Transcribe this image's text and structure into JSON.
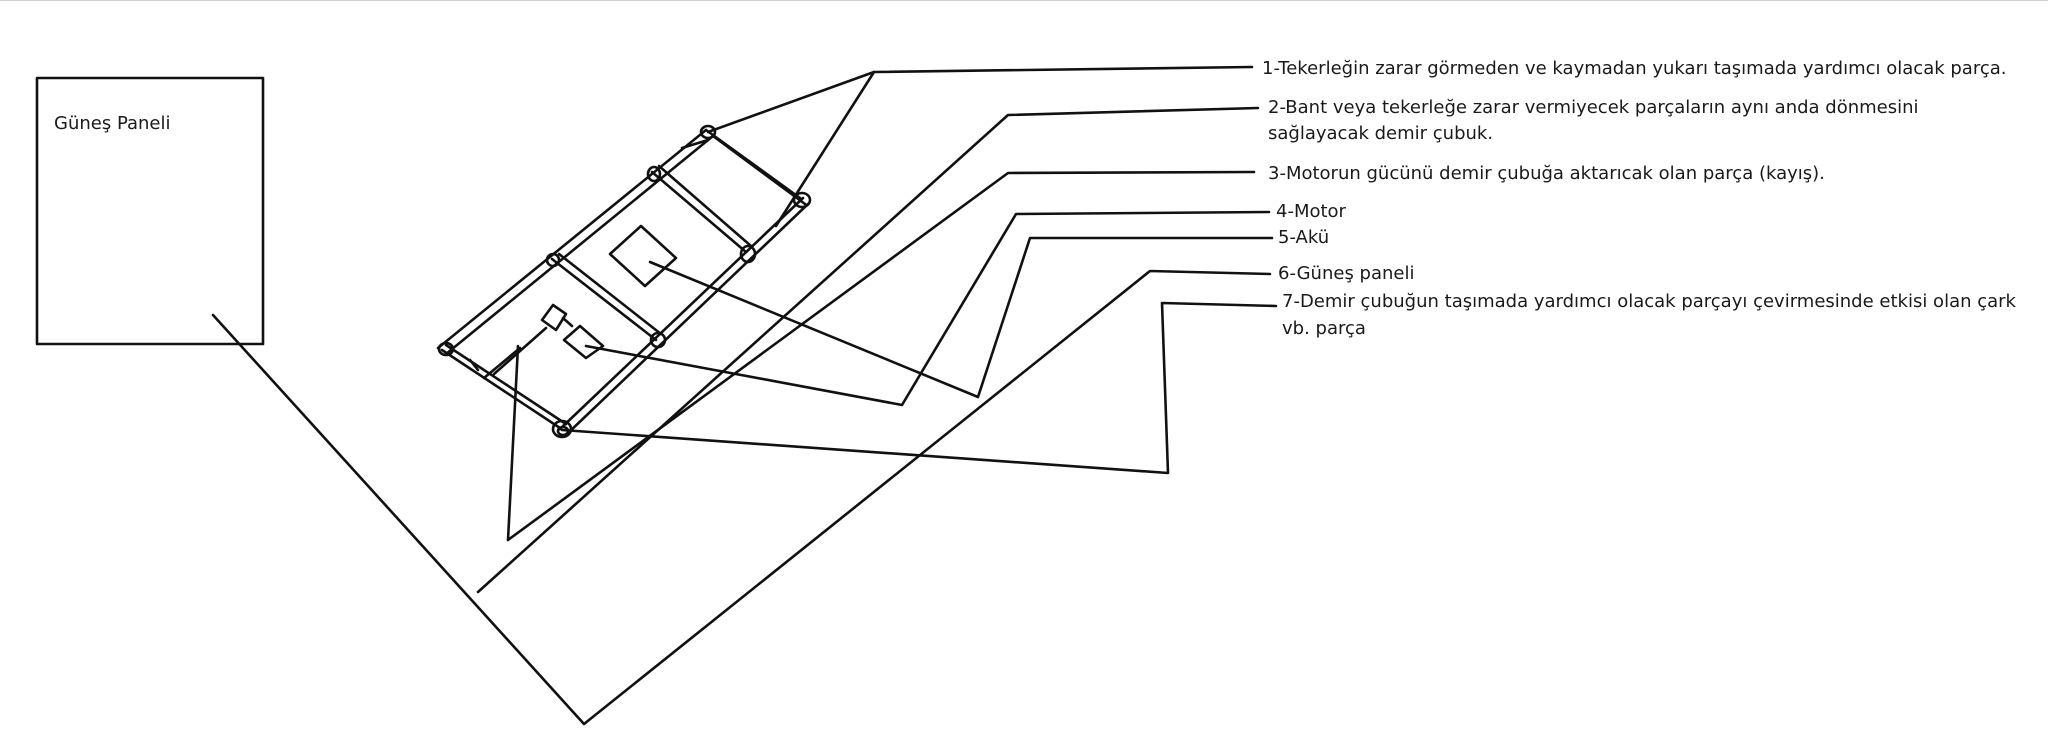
{
  "panel": {
    "label": "Güneş Paneli"
  },
  "legend": [
    "1-Tekerleğin zarar görmeden ve kaymadan yukarı taşımada yardımcı olacak parça.",
    "2-Bant veya tekerleğe zarar vermiyecek parçaların aynı anda dönmesini",
    "sağlayacak demir çubuk.",
    "3-Motorun gücünü demir çubuğa aktarıcak olan parça (kayış).",
    "4-Motor",
    "5-Akü",
    "6-Güneş paneli",
    "7-Demir çubuğun taşımada yardımcı olacak parçayı çevirmesinde etkisi olan çark",
    "vb. parça"
  ],
  "colors": {
    "ink": "#111111",
    "background": "#ffffff"
  }
}
